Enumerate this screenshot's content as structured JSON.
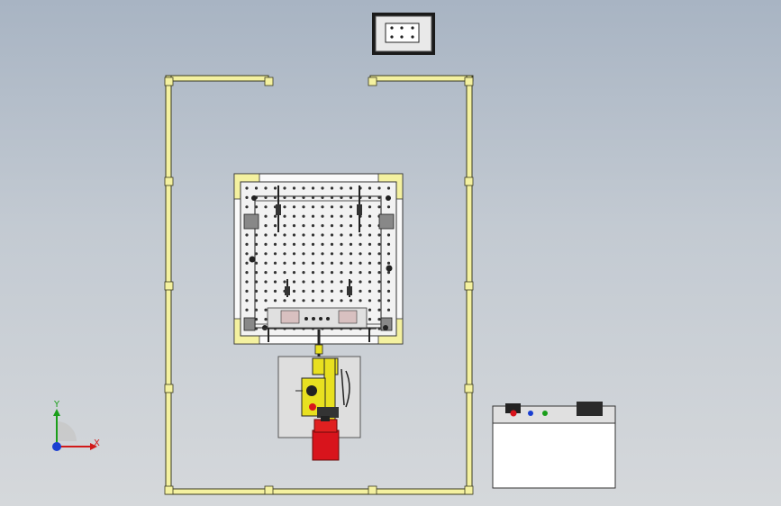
{
  "viewport": {
    "background_top": "#a8b4c3",
    "background_bottom": "#d5d8db"
  },
  "colors": {
    "fence_fill": "#f4f1a0",
    "fence_stroke": "#3a3a20",
    "robot_yellow": "#e8e020",
    "robot_red": "#d8141c",
    "table_plate": "#f2f2f2",
    "cabinet_dark": "#2a2a2a",
    "axis_x": "#d11a1a",
    "axis_y": "#1a9e1a",
    "axis_z": "#1a3fd1"
  },
  "triad": {
    "x_label": "X",
    "y_label": "Y"
  },
  "components": {
    "safety_fence": "safety-fence",
    "welding_table": "fixture-table",
    "robot": "welding-robot",
    "control_cabinet": "control-cabinet",
    "teach_pendant": "operator-panel"
  }
}
